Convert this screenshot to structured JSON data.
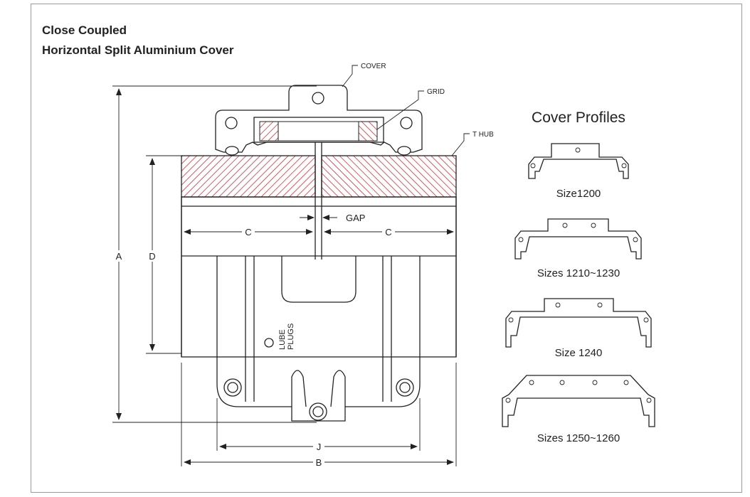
{
  "title": {
    "line1": "Close Coupled",
    "line2": "Horizontal Split Aluminium Cover"
  },
  "callouts": {
    "cover": "COVER",
    "grid": "GRID",
    "t_hub": "T HUB",
    "gap": "GAP",
    "lube_line1": "LUBE",
    "lube_line2": "PLUGS"
  },
  "dimensions": {
    "a": "A",
    "b": "B",
    "c_left": "C",
    "c_right": "C",
    "d": "D",
    "j": "J"
  },
  "profiles": {
    "heading": "Cover Profiles",
    "items": [
      {
        "label": "Size1200",
        "holes": 1
      },
      {
        "label": "Sizes 1210~1230",
        "holes": 2
      },
      {
        "label": "Size 1240",
        "holes": 2
      },
      {
        "label": "Sizes 1250~1260",
        "holes": 4
      }
    ]
  },
  "colors": {
    "hatch": "#d32f3a",
    "line": "#222222",
    "frame": "#9a9a9a"
  }
}
